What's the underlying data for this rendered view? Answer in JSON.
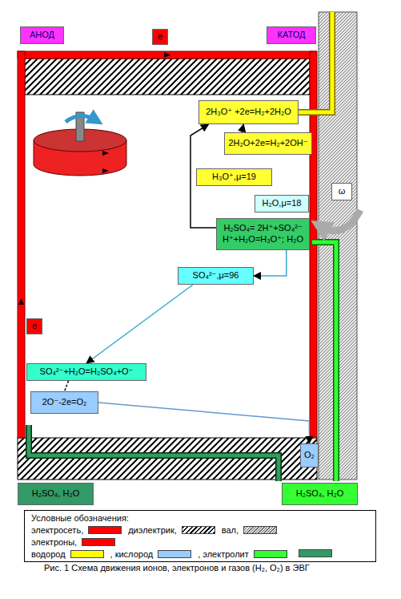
{
  "diagram": {
    "caption": "Рис. 1 Схема движения ионов, электронов и газов (H₂, O₂) в ЭВГ",
    "nodes": [
      {
        "text": [
          "АНОД"
        ]
      },
      {
        "text": [
          "e"
        ]
      },
      {
        "text": [
          "КАТОД"
        ]
      },
      {
        "text": [
          "2H₃O⁺ +2e=H₂+2H₂O"
        ]
      },
      {
        "text": [
          "2H₂O+2e=H₂+2OH⁻"
        ]
      },
      {
        "text": [
          "H₃O⁺,μ=19"
        ]
      },
      {
        "text": [
          "ω"
        ]
      },
      {
        "text": [
          "H₂O,μ=18"
        ]
      },
      {
        "text": [
          "H₂SO₄= 2H⁺+SO₄²⁻ H⁺+H₂O=H₃O⁺; H₂O"
        ]
      },
      {
        "text": [
          "SO₄²⁻,μ=96"
        ]
      },
      {
        "text": [
          "e"
        ]
      },
      {
        "text": [
          "SO₄²⁻+H₂O=H₂SO₄+O⁻"
        ]
      },
      {
        "text": [
          "2O⁻-2e=O₂"
        ]
      },
      {
        "text": [
          "O₂"
        ]
      },
      {
        "text": [
          "H₂SO₄, H₂O"
        ]
      },
      {
        "text": [
          "H₂SO₄, H₂O"
        ]
      }
    ],
    "edges": [
      {
        "from": 8,
        "to": 3,
        "arrow": "to"
      },
      {
        "from": 4,
        "to": 3,
        "arrow": "to"
      },
      {
        "from": 8,
        "to": 9,
        "arrow": "to"
      },
      {
        "from": 9,
        "to": 11,
        "arrow": "to"
      },
      {
        "from": 11,
        "to": 12,
        "arrow": "none"
      },
      {
        "from": 12,
        "to": 13,
        "arrow": "to"
      }
    ],
    "labels": [
      "Условные обозначения:"
    ],
    "legend": [
      {
        "text": "электросеть,",
        "color": "#ff0000"
      },
      {
        "text": "диэлектрик,"
      },
      {
        "text": "вал,"
      },
      {
        "text": "электроны,",
        "color": "#ff0000"
      },
      {
        "text": "водород",
        "color": "#ffff00"
      },
      {
        "text": ", кислород",
        "color": "#99ccff"
      },
      {
        "text": ", электролит",
        "color": "#33ff33"
      }
    ]
  }
}
